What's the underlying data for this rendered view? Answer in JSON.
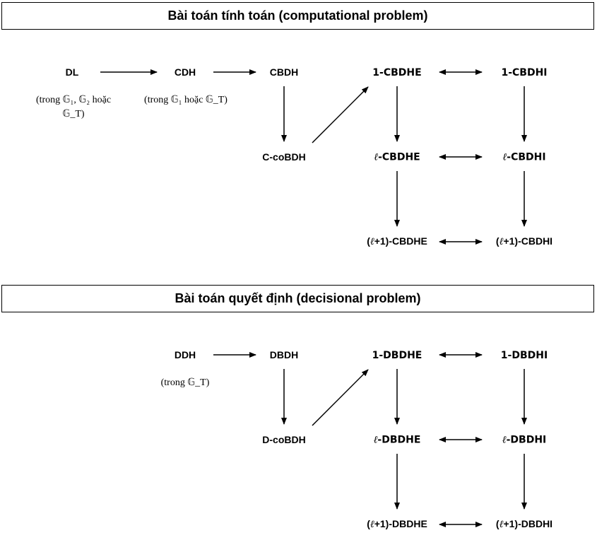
{
  "computational": {
    "title": "Bài toán tính toán (computational problem)",
    "nodes": {
      "dl": "DL",
      "cdh": "CDH",
      "cbdh": "CBDH",
      "c_cobdh": "C-coBDH",
      "one_cbdhe": "1-CBDHE",
      "one_cbdhi": "1-CBDHI",
      "l_cbdhe": "-CBDHE",
      "l_cbdhi": "-CBDHI",
      "l1_cbdhe": "+1)-CBDHE",
      "l1_cbdhi": "+1)-CBDHI"
    },
    "notes": {
      "dl_line1": "(trong 𝔾₁, 𝔾₂ hoặc",
      "dl_line2": "𝔾_T)",
      "cdh": "(trong 𝔾₁ hoặc 𝔾_T)"
    }
  },
  "decisional": {
    "title": "Bài toán quyết định (decisional problem)",
    "nodes": {
      "ddh": "DDH",
      "dbdh": "DBDH",
      "d_cobdh": "D-coBDH",
      "one_dbdhe": "1-DBDHE",
      "one_dbdhi": "1-DBDHI",
      "l_dbdhe": "-DBDHE",
      "l_dbdhi": "-DBDHI",
      "l1_dbdhe": "+1)-DBDHE",
      "l1_dbdhi": "+1)-DBDHI"
    },
    "notes": {
      "ddh": "(trong 𝔾_T)"
    }
  },
  "symbols": {
    "ell": "ℓ",
    "open_paren": "("
  }
}
